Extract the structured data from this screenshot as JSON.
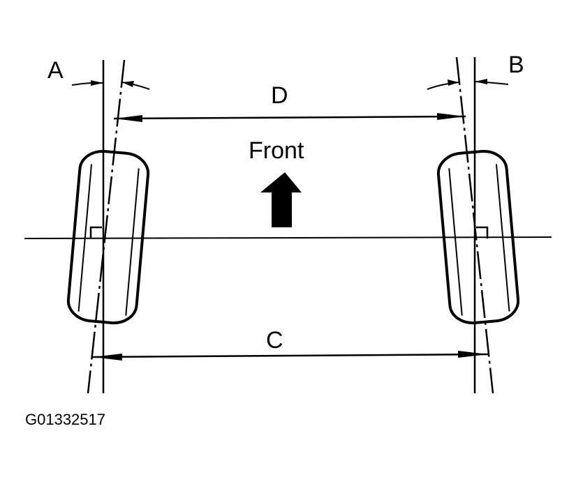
{
  "diagram": {
    "type": "wheel alignment (toe / camber) schematic, top view",
    "colors": {
      "ink": "#000000",
      "background": "#ffffff"
    },
    "labels": {
      "a": "A",
      "b": "B",
      "c": "C",
      "d": "D",
      "front": "Front"
    },
    "direction_arrow": {
      "label": "Front",
      "points": "up"
    },
    "figure_code": "G01332517",
    "elements": [
      {
        "id": "left-wheel",
        "shape": "tilted rounded rectangle"
      },
      {
        "id": "right-wheel",
        "shape": "tilted rounded rectangle"
      },
      {
        "id": "angle-A",
        "between": "left vertical reference and left wheel centerline"
      },
      {
        "id": "angle-B",
        "between": "right vertical reference and right wheel centerline"
      },
      {
        "id": "dimension-D",
        "position": "front distance between wheel centerlines"
      },
      {
        "id": "dimension-C",
        "position": "rear distance between wheel centerlines"
      },
      {
        "id": "axle-line",
        "shape": "horizontal line through wheel centers"
      }
    ]
  }
}
